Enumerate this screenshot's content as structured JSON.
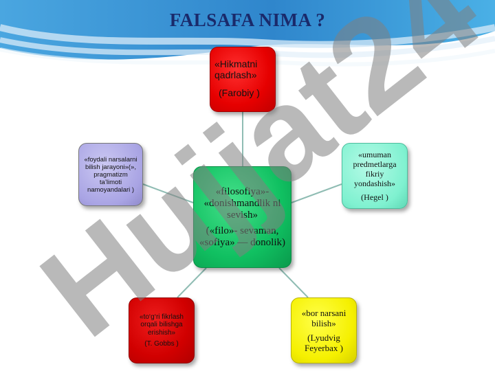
{
  "title": "FALSAFA NIMA ?",
  "watermark": "Hujjat24",
  "colors": {
    "title": "#1a2a6b",
    "connector": "#8fbcb3",
    "center": "#10c061",
    "top": "#e60000",
    "left": "#a9a4e4",
    "right": "#7ff1d0",
    "bottom_left": "#d10000",
    "bottom_right": "#f5f000"
  },
  "center": {
    "text": "«filosofiya»- «donishmandlik ni sevish»",
    "aside": "(«filo»- sevaman, «sofiya» — donolik)"
  },
  "nodes": {
    "top": {
      "text": "«Hikmatni qadrlash»",
      "author": "(Farobiy )"
    },
    "left": {
      "text": "«foydali narsalarni bilish jarayoni»(», pragmatizm ta’limoti namoyandalari )"
    },
    "right": {
      "text": "«umuman predmetlarga fikriy yondashish»",
      "author": "(Hegel )"
    },
    "bottom_left": {
      "text": "«to‘g‘ri fikrlash orqali bilishga erishish»",
      "author": "(T. Gobbs )"
    },
    "bottom_right": {
      "text": "«bor narsani bilish»",
      "author": "(Lyudvig Feyerbax )"
    }
  }
}
